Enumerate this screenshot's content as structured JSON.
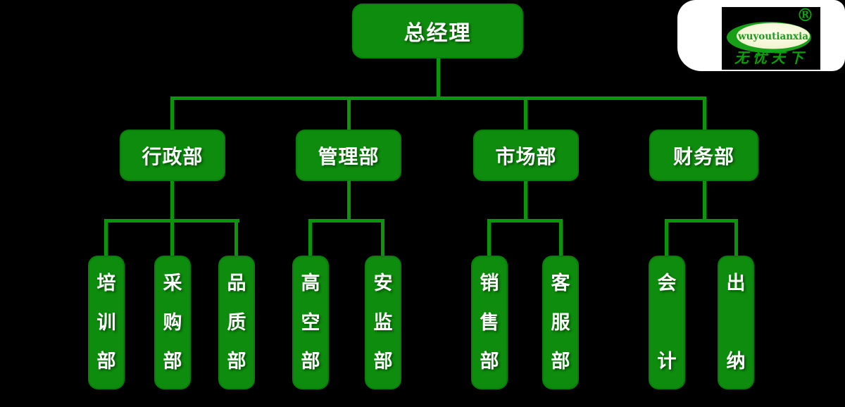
{
  "colors": {
    "box_fill": "#0D8C0D",
    "box_border": "#0A7E0A",
    "connector_line": "#0A960A",
    "background": "#000000",
    "logo_green": "#17A017",
    "logo_text_green": "#1E9C1E",
    "logo_cn_green": "#0AA00A"
  },
  "root": {
    "label": "总经理"
  },
  "departments": [
    {
      "label": "行政部",
      "children": [
        {
          "label": "培训部"
        },
        {
          "label": "采购部"
        },
        {
          "label": "品质部"
        }
      ]
    },
    {
      "label": "管理部",
      "children": [
        {
          "label": "高空部"
        },
        {
          "label": "安监部"
        }
      ]
    },
    {
      "label": "市场部",
      "children": [
        {
          "label": "销售部"
        },
        {
          "label": "客服部"
        }
      ]
    },
    {
      "label": "财务部",
      "children": [
        {
          "label": "会计"
        },
        {
          "label": "出纳"
        }
      ]
    }
  ],
  "logo": {
    "brand_text": "wuyoutianxia",
    "registered_mark": "®",
    "brand_name_cn": "无忧天下"
  }
}
